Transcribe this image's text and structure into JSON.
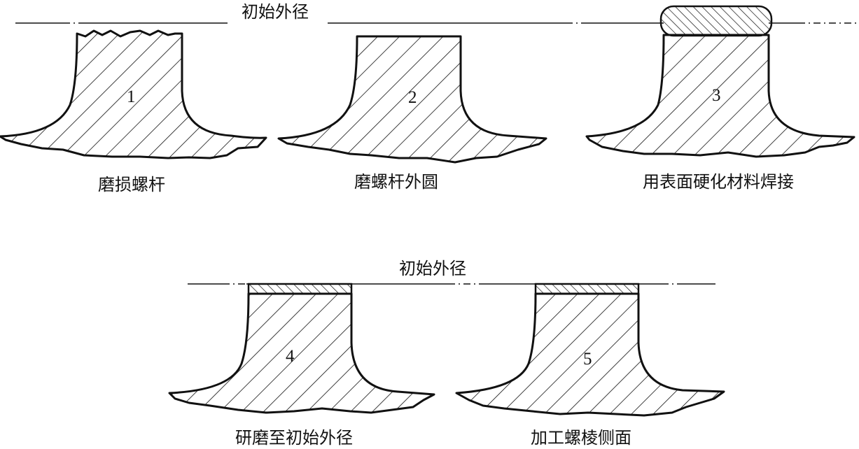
{
  "top_row": {
    "reference_label": "初始外径",
    "steps": [
      {
        "number": "1",
        "caption": "磨损螺杆"
      },
      {
        "number": "2",
        "caption": "磨螺杆外圆"
      },
      {
        "number": "3",
        "caption": "用表面硬化材料焊接"
      }
    ]
  },
  "bottom_row": {
    "reference_label": "初始外径",
    "steps": [
      {
        "number": "4",
        "caption": "研磨至初始外径"
      },
      {
        "number": "5",
        "caption": "加工螺棱侧面"
      }
    ]
  }
}
